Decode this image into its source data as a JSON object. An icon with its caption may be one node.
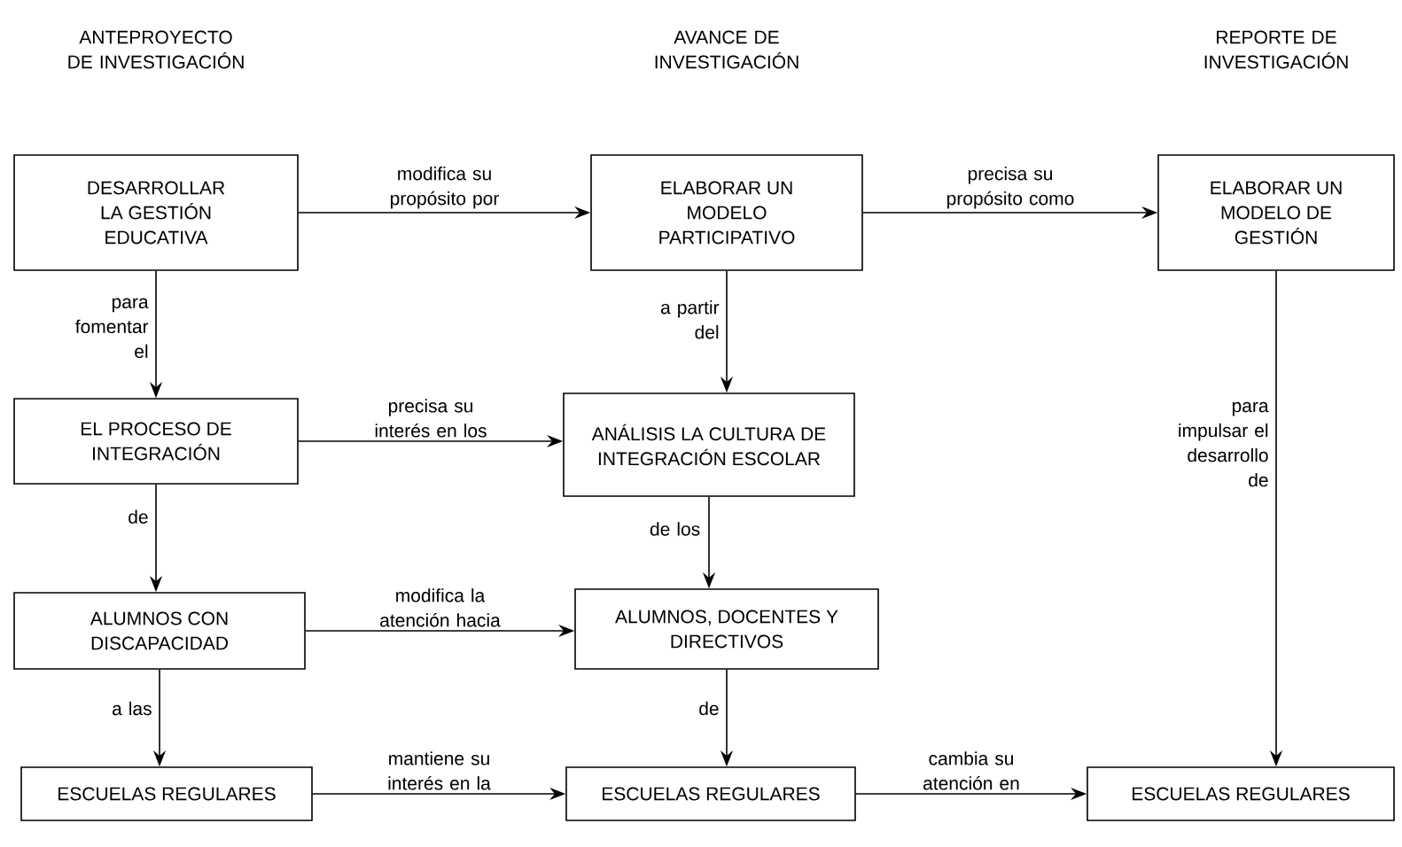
{
  "diagram": {
    "nodes": [
      {
        "text": [
          "DESARROLLAR LA GESTIÓN EDUCATIVA"
        ]
      },
      {
        "text": [
          "ELABORAR UN MODELO PARTICIPATIVO"
        ]
      },
      {
        "text": [
          "ELABORAR UN MODELO DE GESTIÓN"
        ]
      },
      {
        "text": [
          "EL PROCESO DE INTEGRACIÓN"
        ]
      },
      {
        "text": [
          "ANÁLISIS LA CULTURA DE INTEGRACIÓN ESCOLAR"
        ]
      },
      {
        "text": [
          "ALUMNOS CON DISCAPACIDAD"
        ]
      },
      {
        "text": [
          "ALUMNOS, DOCENTES Y DIRECTIVOS"
        ]
      },
      {
        "text": [
          "ESCUELAS REGULARES"
        ]
      },
      {
        "text": [
          "ESCUELAS REGULARES"
        ]
      },
      {
        "text": [
          "ESCUELAS REGULARES"
        ]
      }
    ],
    "edges": [
      {
        "from": 0,
        "to": 1,
        "arrow": "to",
        "label": "modifica su propósito por"
      },
      {
        "from": 1,
        "to": 2,
        "arrow": "to",
        "label": "precisa su propósito como"
      },
      {
        "from": 0,
        "to": 3,
        "arrow": "to",
        "label": "para fomentar el"
      },
      {
        "from": 1,
        "to": 4,
        "arrow": "to",
        "label": "a partir del"
      },
      {
        "from": 2,
        "to": 9,
        "arrow": "to",
        "label": "para impulsar el desarrollo de"
      },
      {
        "from": 3,
        "to": 4,
        "arrow": "to",
        "label": "precisa su interés en los"
      },
      {
        "from": 3,
        "to": 5,
        "arrow": "to",
        "label": "de"
      },
      {
        "from": 4,
        "to": 6,
        "arrow": "to",
        "label": "de los"
      },
      {
        "from": 5,
        "to": 6,
        "arrow": "to",
        "label": "modifica la atención hacia"
      },
      {
        "from": 5,
        "to": 7,
        "arrow": "to",
        "label": "a las"
      },
      {
        "from": 6,
        "to": 8,
        "arrow": "to",
        "label": "de"
      },
      {
        "from": 7,
        "to": 8,
        "arrow": "to",
        "label": "mantiene su interés en la"
      },
      {
        "from": 8,
        "to": 9,
        "arrow": "to",
        "label": "cambia su atención en"
      }
    ],
    "labels": [
      "ANTEPROYECTO DE INVESTIGACIÓN",
      "AVANCE DE INVESTIGACIÓN",
      "REPORTE DE INVESTIGACIÓN"
    ]
  }
}
